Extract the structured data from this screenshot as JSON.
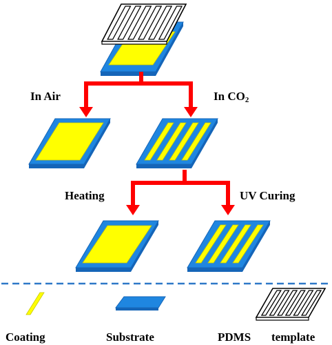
{
  "colors": {
    "substrate": "#1f86e0",
    "substrate_edge": "#1565b8",
    "coating": "#ffff00",
    "coating_edge": "#c8c800",
    "arrow": "#ff0000",
    "divider": "#2e78c8",
    "template_line": "#000000"
  },
  "branches": {
    "air_label": "In Air",
    "co2_label_main": "In CO",
    "co2_label_sub": "2"
  },
  "processes": {
    "heating_label": "Heating",
    "uv_label": "UV Curing"
  },
  "legend": {
    "coating_label": "Coating",
    "substrate_label": "Substrate",
    "pdms_label_1": "PDMS",
    "pdms_label_2": "template"
  },
  "icons": {
    "coating": "coating-strip-icon",
    "substrate": "substrate-plate-icon",
    "template": "pdms-template-icon"
  }
}
